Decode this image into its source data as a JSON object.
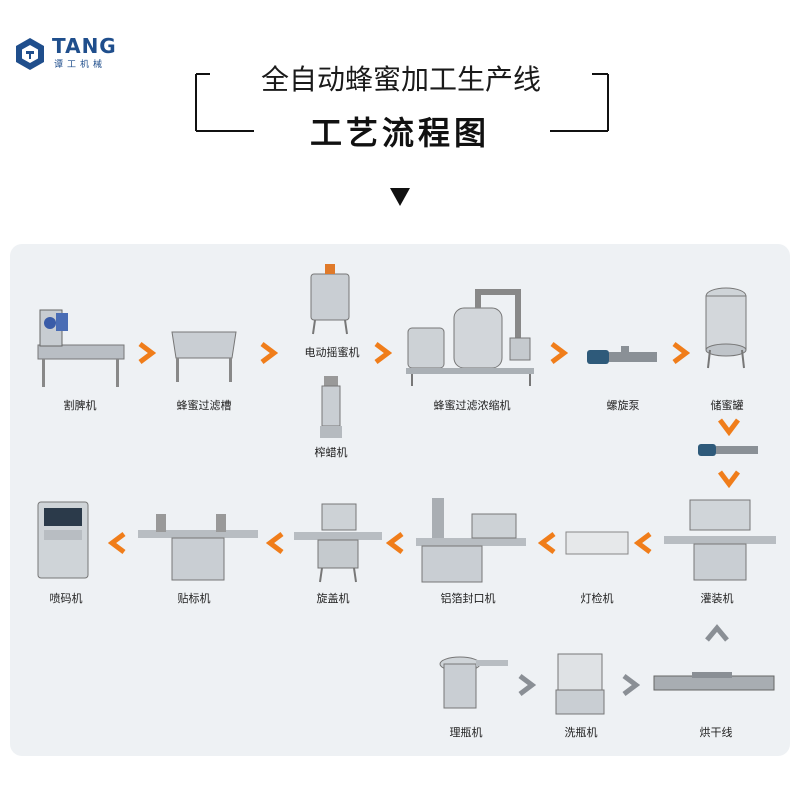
{
  "logo": {
    "brand": "TANG",
    "sub": "谭工机械",
    "color": "#1f4e8c"
  },
  "title": {
    "main": "全自动蜂蜜加工生产线",
    "sub": "工艺流程图"
  },
  "colors": {
    "accent_arrow": "#f07d1a",
    "gray_arrow": "#8a8f95",
    "panel_bg": "#eef1f4"
  },
  "steps": {
    "uncapper": "割脾机",
    "filter_tank": "蜂蜜过滤槽",
    "extractor": "电动摇蜜机",
    "wax_press": "榨蜡机",
    "concentrator": "蜂蜜过滤浓缩机",
    "screw_pump": "螺旋泵",
    "storage_tank": "储蜜罐",
    "filling": "灌装机",
    "light_check": "灯检机",
    "foil_sealer": "铝箔封口机",
    "capper": "旋盖机",
    "labeler": "贴标机",
    "coder": "喷码机",
    "bottle_sorter": "理瓶机",
    "bottle_washer": "洗瓶机",
    "drying_line": "烘干线"
  }
}
